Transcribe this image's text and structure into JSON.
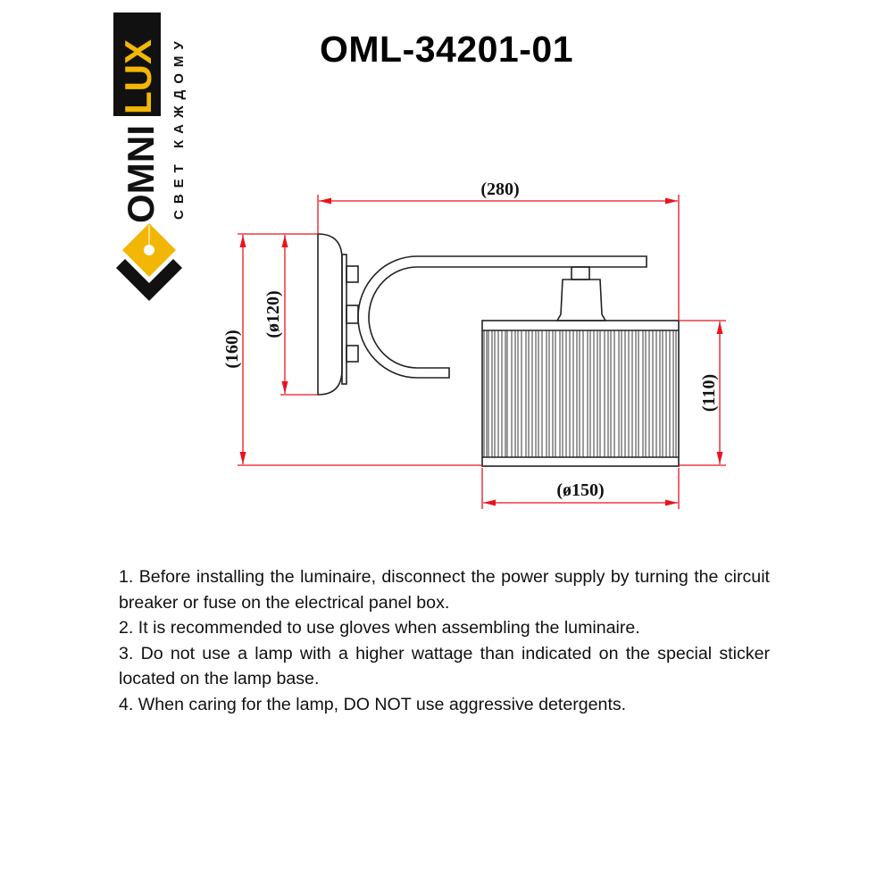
{
  "title": "OML-34201-01",
  "logo": {
    "brand_left": "OMNI",
    "brand_right": "LUX",
    "tagline": "СВЕТ КАЖДОМУ",
    "colors": {
      "accent": "#f2b705",
      "dark": "#111111"
    }
  },
  "drawing": {
    "dimensions": {
      "width": "(280)",
      "height": "(160)",
      "backplate_diameter": "(ø120)",
      "shade_height": "(110)",
      "shade_diameter": "(ø150)"
    },
    "colors": {
      "dimension_line": "#e8141c",
      "outline": "#222222"
    }
  },
  "notes": [
    "1. Before installing the luminaire, disconnect the power supply by turning the circuit breaker or fuse on the electrical panel box.",
    "2. It is recommended to use gloves when assembling the luminaire.",
    "3. Do not use a lamp with a higher wattage than indicated on the special sticker located on the lamp base.",
    "4. When caring for the lamp, DO NOT use aggressive detergents."
  ]
}
